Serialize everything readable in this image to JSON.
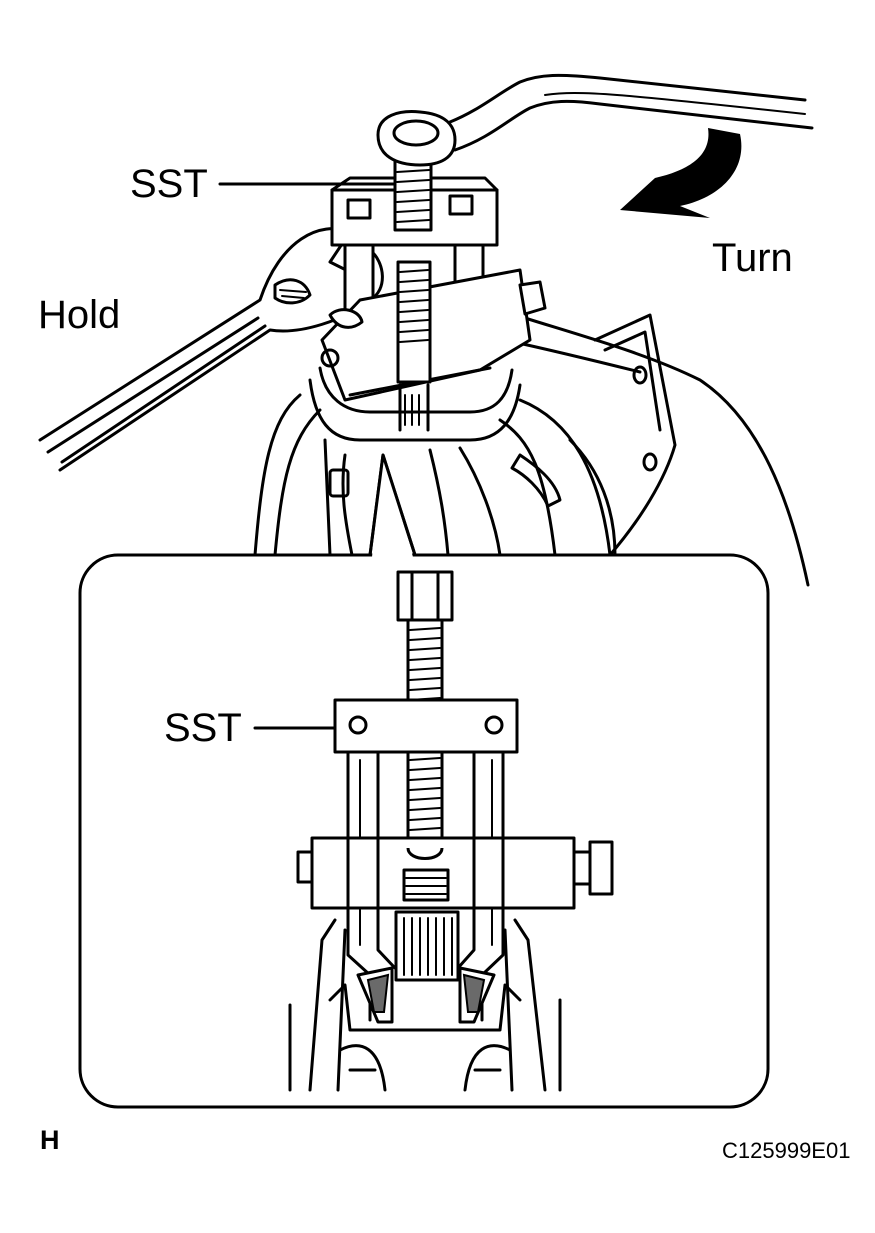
{
  "labels": {
    "sst_top": "SST",
    "hold": "Hold",
    "turn": "Turn",
    "sst_inset": "SST",
    "figure_mark": "H",
    "figure_code": "C125999E01"
  },
  "colors": {
    "line": "#000000",
    "background": "#ffffff",
    "seal_fill": "#6a6a6a"
  },
  "icons": {
    "turn_direction": "curved-arrow-icon"
  }
}
